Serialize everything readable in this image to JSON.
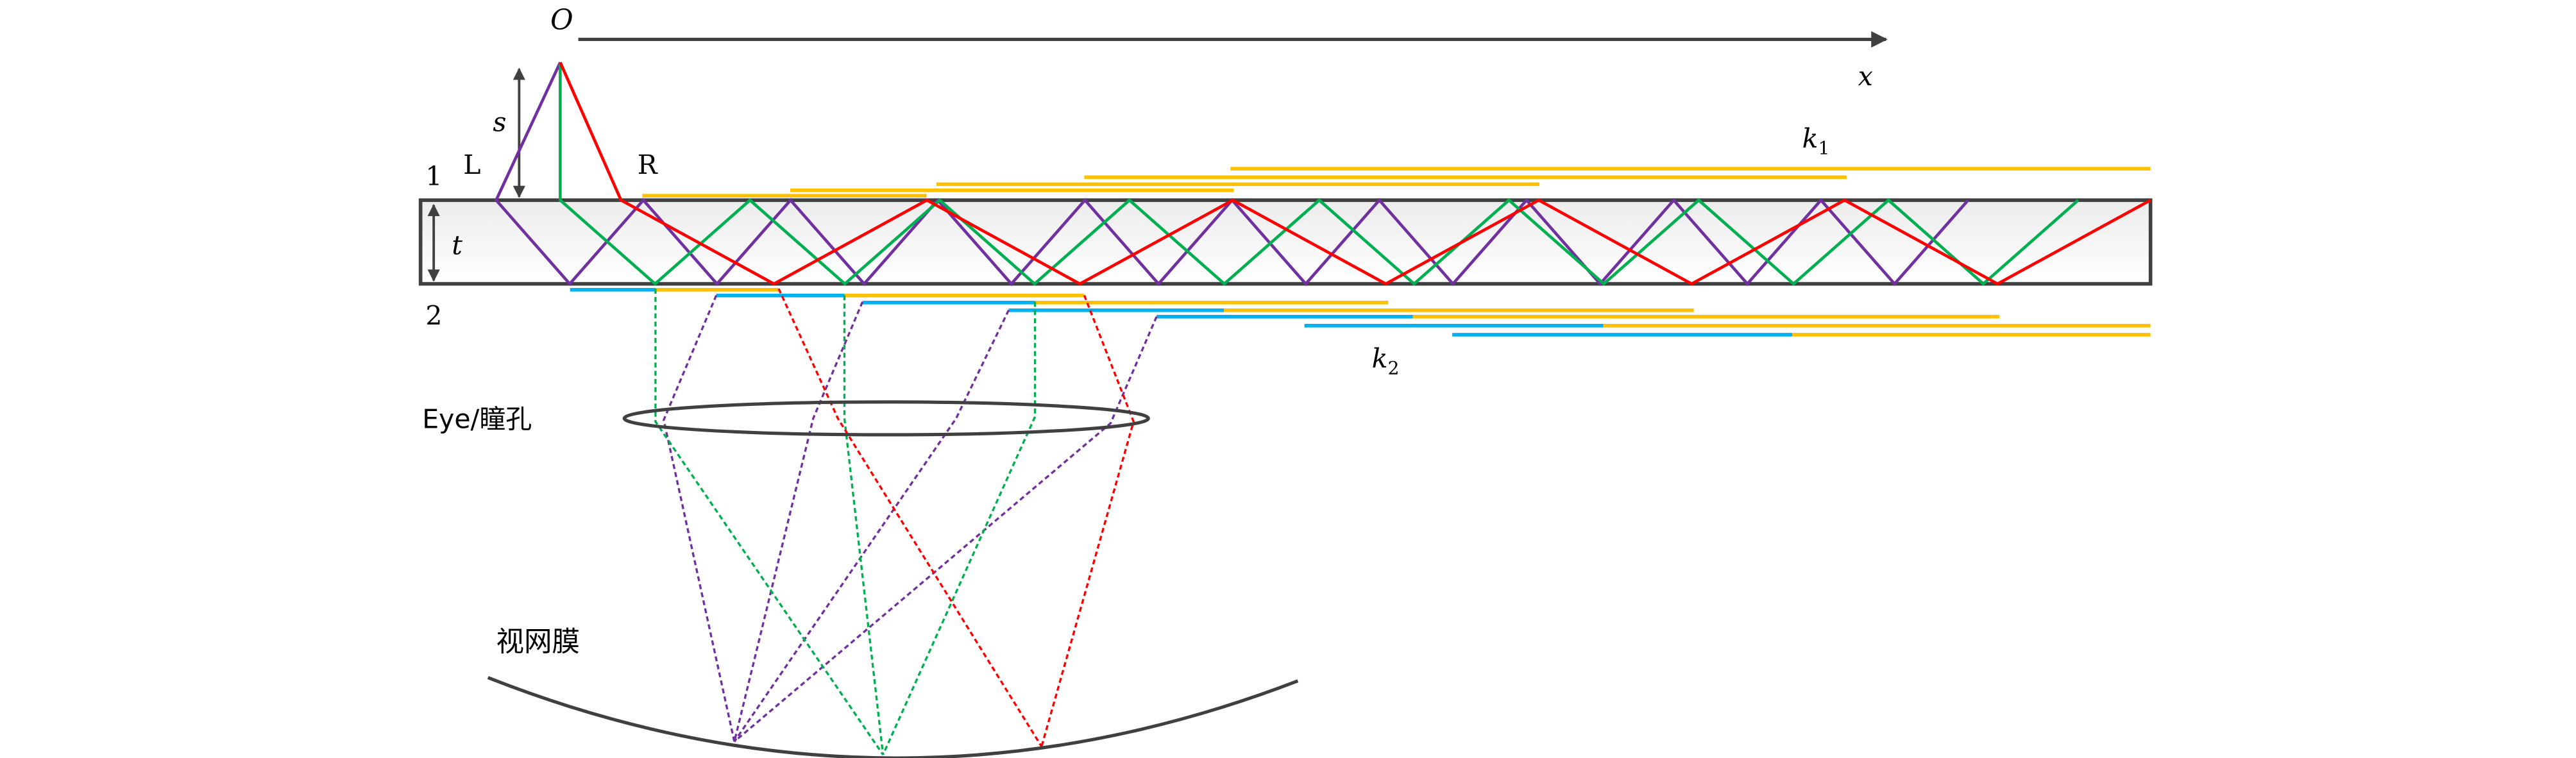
{
  "labels": {
    "origin": "O",
    "x_axis": "x",
    "s": "s",
    "t": "t",
    "left": "L",
    "right": "R",
    "surface_1": "1",
    "surface_2": "2",
    "k1": {
      "symbol": "k",
      "sub": "1"
    },
    "k2": {
      "symbol": "k",
      "sub": "2"
    },
    "eye": "Eye/瞳孔",
    "retina": "视网膜"
  },
  "colors": {
    "left_ray": "#7030a0",
    "center_ray": "#00b050",
    "right_ray": "#ff0000",
    "reflected_segment": "#ffc000",
    "transmitted_segment": "#00b0f0",
    "structure": "#404040"
  }
}
